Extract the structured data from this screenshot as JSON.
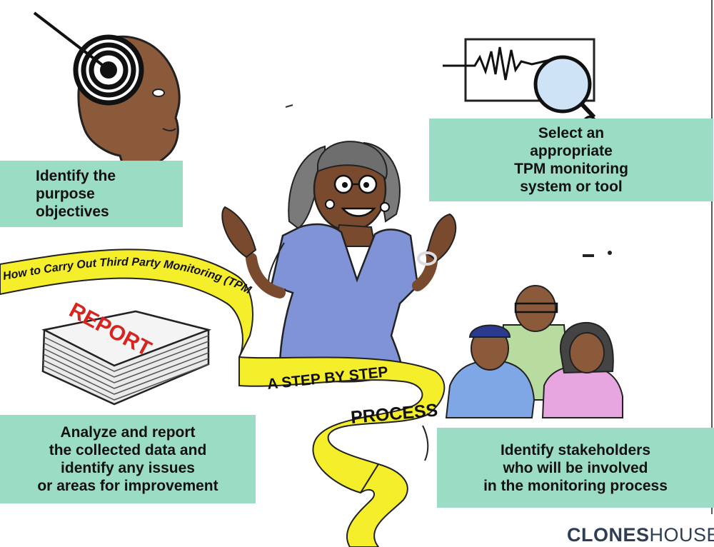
{
  "boxes": {
    "identify": [
      "Identify the",
      "purpose",
      "objectives"
    ],
    "select": [
      "Select an",
      "appropriate",
      "TPM monitoring",
      "system or tool"
    ],
    "analyze": [
      "Analyze and report",
      "the collected data and",
      "identify any issues",
      "or areas for improvement"
    ],
    "stakeholders": [
      "Identify stakeholders",
      "who will be involved",
      "in the monitoring process"
    ]
  },
  "ribbon": {
    "title": "How to Carry Out Third Party Monitoring (TPM),",
    "step": "A STEP BY STEP",
    "process": "PROCESS"
  },
  "report_stamp": "REPORT",
  "brand": {
    "bold": "CLONES",
    "light": "HOUSE"
  },
  "colors": {
    "box_bg": "#9bdcc5",
    "ribbon": "#f5ee2a",
    "dress": "#7f93d6",
    "skin": "#7a4a2e",
    "shirt_blue": "#7fa7e6",
    "shirt_green": "#b8dca0",
    "shirt_pink": "#e7a6e0",
    "brand": "#2e3e55"
  },
  "icons": [
    "target-icon",
    "magnifier-icon",
    "report-stack-icon"
  ]
}
